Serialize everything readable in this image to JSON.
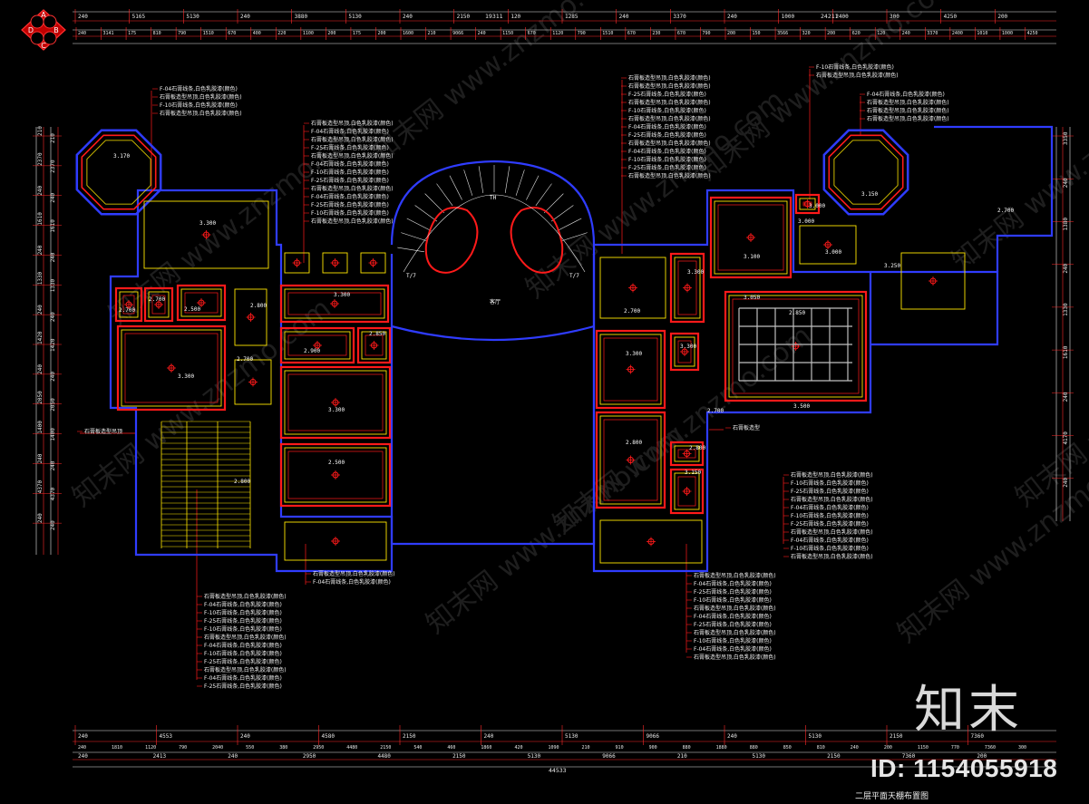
{
  "drawing": {
    "sheet_title": "二层平面天棚布置图",
    "brand_mark": "知末",
    "image_id": "ID: 1154055918",
    "watermark_text": "知末网 www.znzmo.com",
    "colors": {
      "background": "#000000",
      "wall_blue": "#2f3cff",
      "ceiling_red": "#ff1a1a",
      "ceiling_yellow": "#ffe600",
      "dim_white": "#e8e8e8",
      "dim_red": "#ff2a2a"
    }
  },
  "compass": {
    "top": "A",
    "left": "D",
    "right": "B",
    "bottom": "C"
  },
  "dimensions": {
    "top_overall": "19311",
    "top_overall_right": "24211",
    "top_row1": [
      "240",
      "5165",
      "5130",
      "240",
      "3880",
      "5130",
      "240",
      "2150",
      "120",
      "1285",
      "240",
      "3370",
      "240",
      "1000",
      "2400",
      "300",
      "4250",
      "200"
    ],
    "top_row2": [
      "240",
      "3141",
      "175",
      "810",
      "790",
      "1510",
      "670",
      "400",
      "220",
      "1100",
      "200",
      "175",
      "200",
      "1600",
      "210",
      "9066",
      "240",
      "1150",
      "670",
      "1120",
      "790",
      "1510",
      "670",
      "230",
      "670",
      "790",
      "200",
      "150",
      "3566",
      "320",
      "200",
      "620",
      "120",
      "240",
      "3370",
      "2400",
      "1010",
      "1000",
      "4250"
    ],
    "bottom_row1": [
      "240",
      "4553",
      "240",
      "4580",
      "2150",
      "240",
      "5130",
      "9066",
      "240",
      "5130",
      "2150",
      "7360"
    ],
    "bottom_row2": [
      "240",
      "1810",
      "1120",
      "790",
      "2040",
      "550",
      "380",
      "2950",
      "4480",
      "2150",
      "540",
      "460",
      "1860",
      "420",
      "1090",
      "210",
      "910",
      "900",
      "880",
      "1880",
      "880",
      "850",
      "810",
      "240",
      "200",
      "1150",
      "770",
      "7360",
      "300"
    ],
    "bottom_row3": [
      "240",
      "2413",
      "240",
      "2950",
      "4480",
      "2150",
      "5130",
      "9066",
      "210",
      "5130",
      "2150",
      "7360",
      "200"
    ],
    "bottom_overall": "44533",
    "left": [
      "210",
      "2370",
      "240",
      "1610",
      "240",
      "1330",
      "240",
      "1420",
      "240",
      "2050",
      "1400",
      "240",
      "4370",
      "240"
    ],
    "right": [
      "3350",
      "240",
      "1380",
      "240",
      "1330",
      "1610",
      "240",
      "4170",
      "240"
    ]
  },
  "ceiling_heights": [
    "3.170",
    "3.300",
    "2.700",
    "2.700",
    "2.500",
    "3.300",
    "2.800",
    "2.700",
    "3.300",
    "3.300",
    "2.500",
    "2.900",
    "2.850",
    "2.700",
    "3.300",
    "3.300",
    "3.300",
    "2.800",
    "2.800",
    "3.150",
    "3.000",
    "3.100",
    "3.000",
    "3.050",
    "2.850",
    "3.150",
    "3.250",
    "3.000",
    "2.700",
    "2.800",
    "2.700",
    "3.500"
  ],
  "room_labels": [
    "TH",
    "客厅",
    "T/7",
    "T/7"
  ],
  "annotation_groups": [
    {
      "id": "top-left-a",
      "lines": [
        "F-04石膏线条,白色乳胶漆(颜色)",
        "石膏板造型吊顶,白色乳胶漆(颜色)",
        "F-10石膏线条,白色乳胶漆(颜色)",
        "石膏板造型吊顶,白色乳胶漆(颜色)"
      ]
    },
    {
      "id": "top-center-a",
      "lines": [
        "石膏板造型吊顶,白色乳胶漆(颜色)",
        "F-04石膏线条,白色乳胶漆(颜色)",
        "石膏板造型吊顶,白色乳胶漆(颜色)",
        "F-25石膏线条,白色乳胶漆(颜色)",
        "石膏板造型吊顶,白色乳胶漆(颜色)",
        "F-04石膏线条,白色乳胶漆(颜色)",
        "F-10石膏线条,白色乳胶漆(颜色)",
        "F-25石膏线条,白色乳胶漆(颜色)",
        "石膏板造型吊顶,白色乳胶漆(颜色)",
        "F-04石膏线条,白色乳胶漆(颜色)",
        "F-25石膏线条,白色乳胶漆(颜色)",
        "F-10石膏线条,白色乳胶漆(颜色)",
        "石膏板造型吊顶,白色乳胶漆(颜色)"
      ]
    },
    {
      "id": "top-center-b",
      "lines": [
        "石膏板造型吊顶,白色乳胶漆(颜色)",
        "石膏板造型吊顶,白色乳胶漆(颜色)",
        "F-25石膏线条,白色乳胶漆(颜色)",
        "石膏板造型吊顶,白色乳胶漆(颜色)",
        "F-10石膏线条,白色乳胶漆(颜色)",
        "石膏板造型吊顶,白色乳胶漆(颜色)",
        "F-04石膏线条,白色乳胶漆(颜色)",
        "F-25石膏线条,白色乳胶漆(颜色)",
        "石膏板造型吊顶,白色乳胶漆(颜色)",
        "F-04石膏线条,白色乳胶漆(颜色)",
        "F-10石膏线条,白色乳胶漆(颜色)",
        "F-25石膏线条,白色乳胶漆(颜色)",
        "石膏板造型吊顶,白色乳胶漆(颜色)"
      ]
    },
    {
      "id": "top-right-a",
      "lines": [
        "F-10石膏线条,白色乳胶漆(颜色)",
        "石膏板造型吊顶,白色乳胶漆(颜色)"
      ]
    },
    {
      "id": "top-right-b",
      "lines": [
        "F-04石膏线条,白色乳胶漆(颜色)",
        "石膏板造型吊顶,白色乳胶漆(颜色)",
        "石膏板造型吊顶,白色乳胶漆(颜色)",
        "石膏板造型吊顶,白色乳胶漆(颜色)"
      ]
    },
    {
      "id": "right-mid",
      "lines": [
        "石膏板造型吊顶,白色乳胶漆(颜色)",
        "F-10石膏线条,白色乳胶漆(颜色)",
        "F-25石膏线条,白色乳胶漆(颜色)",
        "石膏板造型吊顶,白色乳胶漆(颜色)",
        "F-04石膏线条,白色乳胶漆(颜色)",
        "F-10石膏线条,白色乳胶漆(颜色)",
        "F-25石膏线条,白色乳胶漆(颜色)",
        "石膏板造型吊顶,白色乳胶漆(颜色)",
        "F-04石膏线条,白色乳胶漆(颜色)",
        "F-10石膏线条,白色乳胶漆(颜色)",
        "石膏板造型吊顶,白色乳胶漆(颜色)"
      ]
    },
    {
      "id": "bottom-center",
      "lines": [
        "石膏板造型吊顶,白色乳胶漆(颜色)",
        "F-04石膏线条,白色乳胶漆(颜色)"
      ]
    },
    {
      "id": "bottom-left",
      "lines": [
        "石膏板造型吊顶,白色乳胶漆(颜色)",
        "F-04石膏线条,白色乳胶漆(颜色)",
        "F-10石膏线条,白色乳胶漆(颜色)",
        "F-25石膏线条,白色乳胶漆(颜色)",
        "F-10石膏线条,白色乳胶漆(颜色)",
        "石膏板造型吊顶,白色乳胶漆(颜色)",
        "F-04石膏线条,白色乳胶漆(颜色)",
        "F-10石膏线条,白色乳胶漆(颜色)",
        "F-25石膏线条,白色乳胶漆(颜色)",
        "石膏板造型吊顶,白色乳胶漆(颜色)",
        "F-04石膏线条,白色乳胶漆(颜色)",
        "F-25石膏线条,白色乳胶漆(颜色)"
      ]
    },
    {
      "id": "bottom-right",
      "lines": [
        "石膏板造型吊顶,白色乳胶漆(颜色)",
        "F-04石膏线条,白色乳胶漆(颜色)",
        "F-25石膏线条,白色乳胶漆(颜色)",
        "F-10石膏线条,白色乳胶漆(颜色)",
        "石膏板造型吊顶,白色乳胶漆(颜色)",
        "F-04石膏线条,白色乳胶漆(颜色)",
        "F-25石膏线条,白色乳胶漆(颜色)",
        "石膏板造型吊顶,白色乳胶漆(颜色)",
        "F-10石膏线条,白色乳胶漆(颜色)",
        "F-04石膏线条,白色乳胶漆(颜色)",
        "石膏板造型吊顶,白色乳胶漆(颜色)"
      ]
    },
    {
      "id": "left-side",
      "lines": [
        "石膏板造型吊顶"
      ]
    },
    {
      "id": "mid-right",
      "lines": [
        "石膏板造型"
      ]
    }
  ]
}
